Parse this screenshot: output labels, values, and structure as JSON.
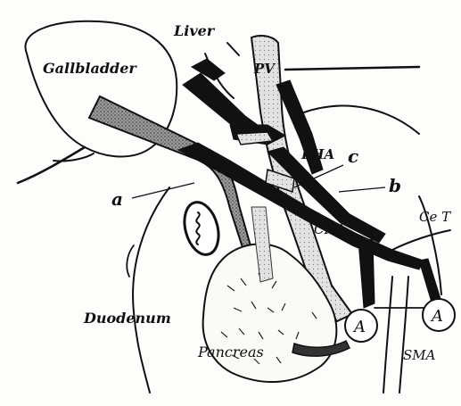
{
  "labels": {
    "liver": "Liver",
    "gallbladder": "Gallbladder",
    "pv": "PV",
    "pha": "PHA",
    "c": "c",
    "a": "a",
    "b": "b",
    "cha": "CHA",
    "cet": "Ce T",
    "duodenum": "Duodenum",
    "pancreas": "Pancreas",
    "sma": "SMA",
    "node_left": "A",
    "node_right": "A"
  },
  "colors": {
    "ink": "#111111",
    "paper": "#fdfdfb",
    "stipple": "#8a8a8a",
    "light_vessel": "#d9d9d9"
  }
}
